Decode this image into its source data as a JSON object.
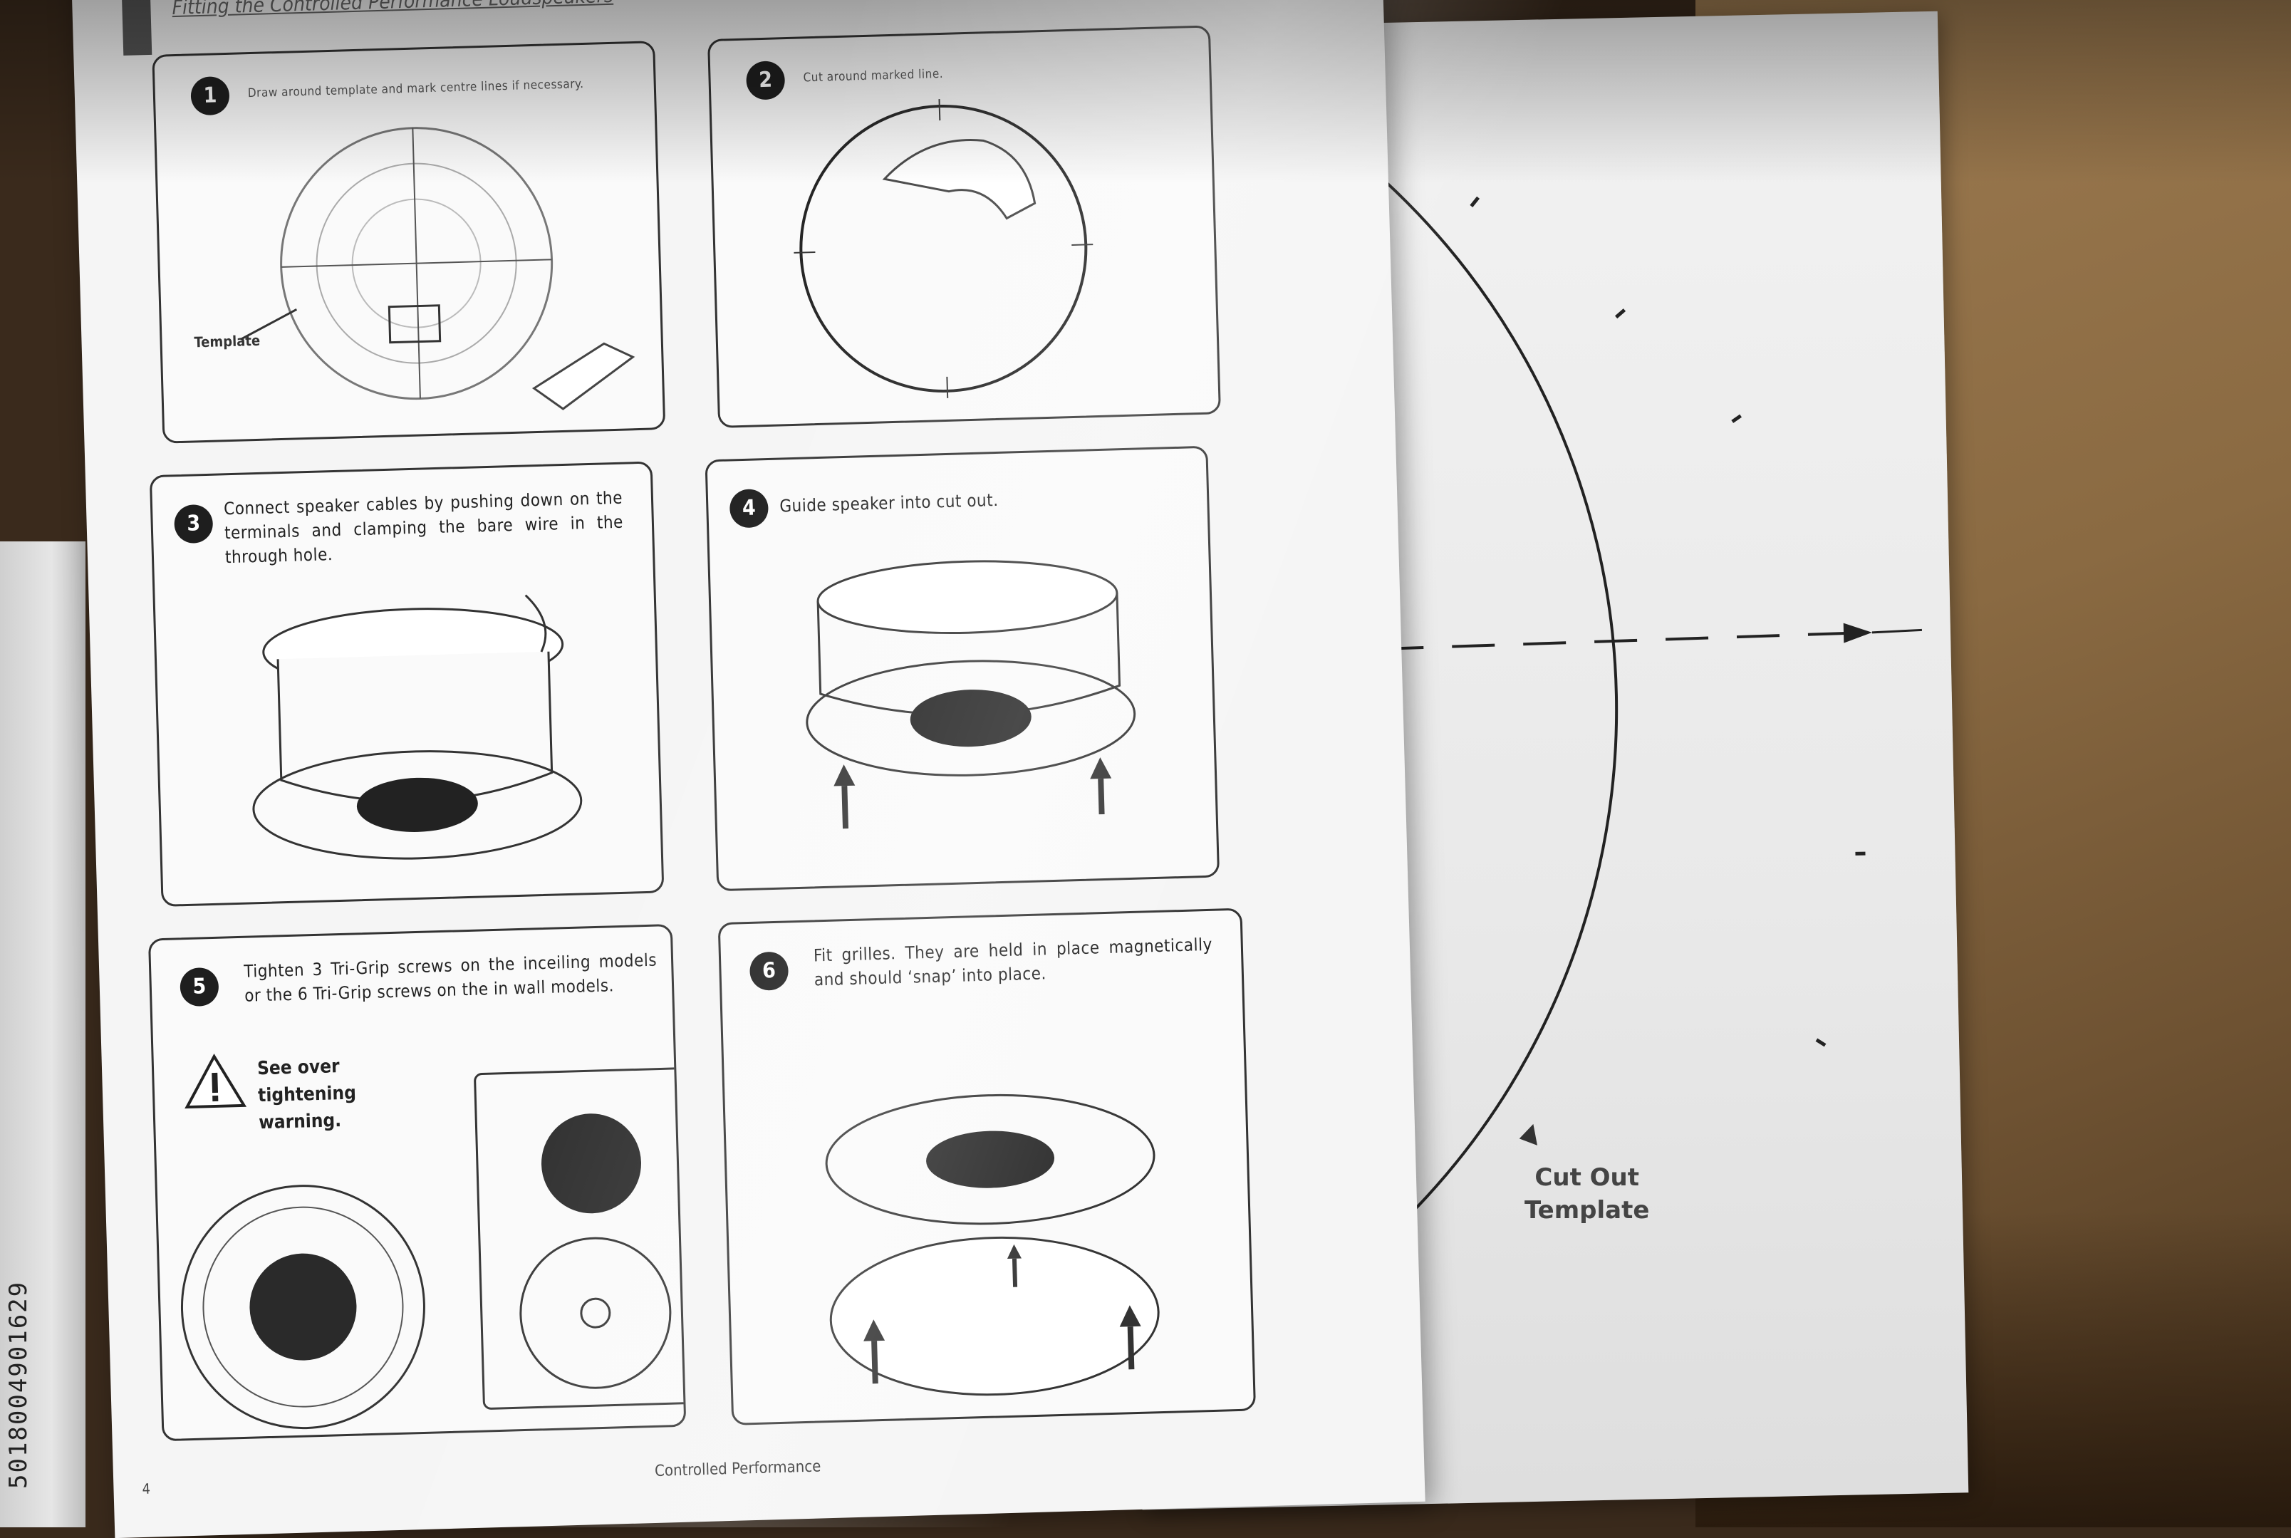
{
  "manual": {
    "title": "Fitting the Controlled Performance Loudspeakers",
    "footer": "Controlled Performance",
    "page_number": "4",
    "steps": [
      {
        "number": "1",
        "text": "Draw around template and mark centre lines if necessary.",
        "label": "Template"
      },
      {
        "number": "2",
        "text": "Cut around marked line."
      },
      {
        "number": "3",
        "text": "Connect speaker cables by pushing down on the terminals and clamping the bare wire in the through hole."
      },
      {
        "number": "4",
        "text": "Guide speaker into cut out."
      },
      {
        "number": "5",
        "text": "Tighten 3 Tri-Grip screws on the inceiling models or the 6 Tri-Grip screws on the in wall models.",
        "warning": "See over tightening warning."
      },
      {
        "number": "6",
        "text": "Fit grilles. They are held in place magnetically and should ‘snap’ into place."
      }
    ]
  },
  "template_sheet": {
    "label_line1": "Cut Out",
    "label_line2": "Template"
  },
  "box_label": {
    "barcode_text": "5018004901629"
  }
}
